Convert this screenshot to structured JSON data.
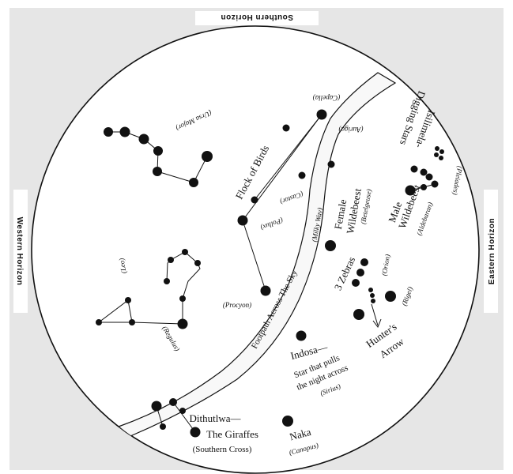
{
  "horizons": {
    "south": "Southern Horizon",
    "west": "Western Horizon",
    "east": "Eastern Horizon"
  },
  "milky_way": {
    "path_label": "Footpath Across The Sky",
    "latin": "(Milky Way)"
  },
  "labels": {
    "ursa_major": "(Ursa Major)",
    "capella": "(Capella)",
    "auriga": "(Auriga)",
    "flock_of_birds": "Flock of Birds",
    "castor": "(Castor)",
    "pollux": "(Pollux)",
    "procyon": "(Procyon)",
    "leo": "(Leo)",
    "regulus": "(Regulus)",
    "isilimela_1": "Isilimela-",
    "isilimela_2": "Digging Stars",
    "pleiades": "(Pleiades)",
    "male_wildebeest_1": "Male",
    "male_wildebeest_2": "Wildebeest",
    "aldebaran": "(Aldebaran)",
    "female_wildebeest_1": "Female",
    "female_wildebeest_2": "Wildebeest",
    "betelgeuse": "(Betelgeuse)",
    "three_zebras": "3 Zebras",
    "orion": "(Orion)",
    "rigel": "(Rigel)",
    "hunters_arrow_1": "Hunter's",
    "hunters_arrow_2": "Arrow",
    "indosa_1": "Indosa—",
    "indosa_2": "Star that pulls",
    "indosa_3": "the night across",
    "sirius": "(Sirius)",
    "dithutlwa_1": "Dithutlwa—",
    "dithutlwa_2": "The Giraffes",
    "southern_cross": "(Southern Cross)",
    "naka": "Naka",
    "canopus": "(Canopus)"
  },
  "colors": {
    "sky": "#e6e6e6",
    "milky_way": "#f8f8f8",
    "ink": "#111111"
  }
}
